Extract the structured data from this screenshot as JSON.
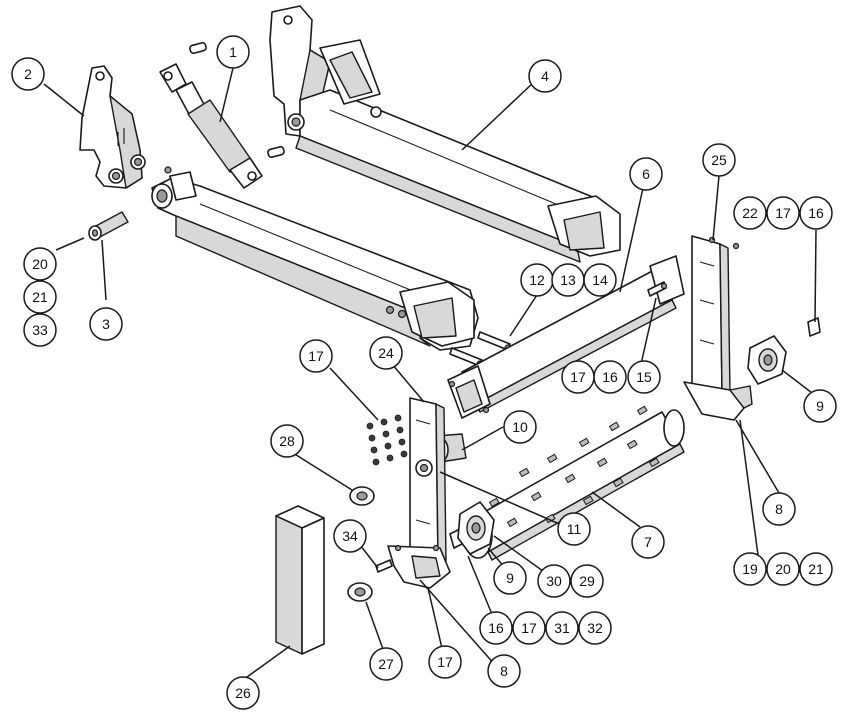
{
  "callouts": [
    {
      "id": "c1",
      "label": "1"
    },
    {
      "id": "c2",
      "label": "2"
    },
    {
      "id": "c3",
      "label": "3"
    },
    {
      "id": "c4",
      "label": "4"
    },
    {
      "id": "c6",
      "label": "6"
    },
    {
      "id": "c7",
      "label": "7"
    },
    {
      "id": "c8a",
      "label": "8"
    },
    {
      "id": "c8b",
      "label": "8"
    },
    {
      "id": "c9a",
      "label": "9"
    },
    {
      "id": "c9b",
      "label": "9"
    },
    {
      "id": "c10",
      "label": "10"
    },
    {
      "id": "c11",
      "label": "11"
    },
    {
      "id": "c12",
      "label": "12"
    },
    {
      "id": "c13",
      "label": "13"
    },
    {
      "id": "c14",
      "label": "14"
    },
    {
      "id": "c15",
      "label": "15"
    },
    {
      "id": "c16a",
      "label": "16"
    },
    {
      "id": "c16b",
      "label": "16"
    },
    {
      "id": "c16c",
      "label": "16"
    },
    {
      "id": "c17a",
      "label": "17"
    },
    {
      "id": "c17b",
      "label": "17"
    },
    {
      "id": "c17c",
      "label": "17"
    },
    {
      "id": "c17d",
      "label": "17"
    },
    {
      "id": "c17e",
      "label": "17"
    },
    {
      "id": "c19",
      "label": "19"
    },
    {
      "id": "c20a",
      "label": "20"
    },
    {
      "id": "c20b",
      "label": "20"
    },
    {
      "id": "c21a",
      "label": "21"
    },
    {
      "id": "c21b",
      "label": "21"
    },
    {
      "id": "c22",
      "label": "22"
    },
    {
      "id": "c24",
      "label": "24"
    },
    {
      "id": "c25",
      "label": "25"
    },
    {
      "id": "c26",
      "label": "26"
    },
    {
      "id": "c27",
      "label": "27"
    },
    {
      "id": "c28",
      "label": "28"
    },
    {
      "id": "c29",
      "label": "29"
    },
    {
      "id": "c30",
      "label": "30"
    },
    {
      "id": "c31",
      "label": "31"
    },
    {
      "id": "c32",
      "label": "32"
    },
    {
      "id": "c33",
      "label": "33"
    },
    {
      "id": "c34",
      "label": "34"
    }
  ]
}
